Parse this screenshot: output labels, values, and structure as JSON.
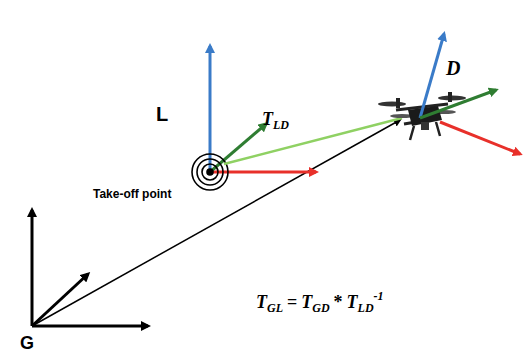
{
  "diagram": {
    "labels": [
      "L",
      "Take-off point",
      "T",
      "LD",
      "D",
      "G",
      "T",
      "GL",
      "=",
      "T",
      "GD",
      "*",
      "T",
      "LD",
      "-1"
    ]
  }
}
